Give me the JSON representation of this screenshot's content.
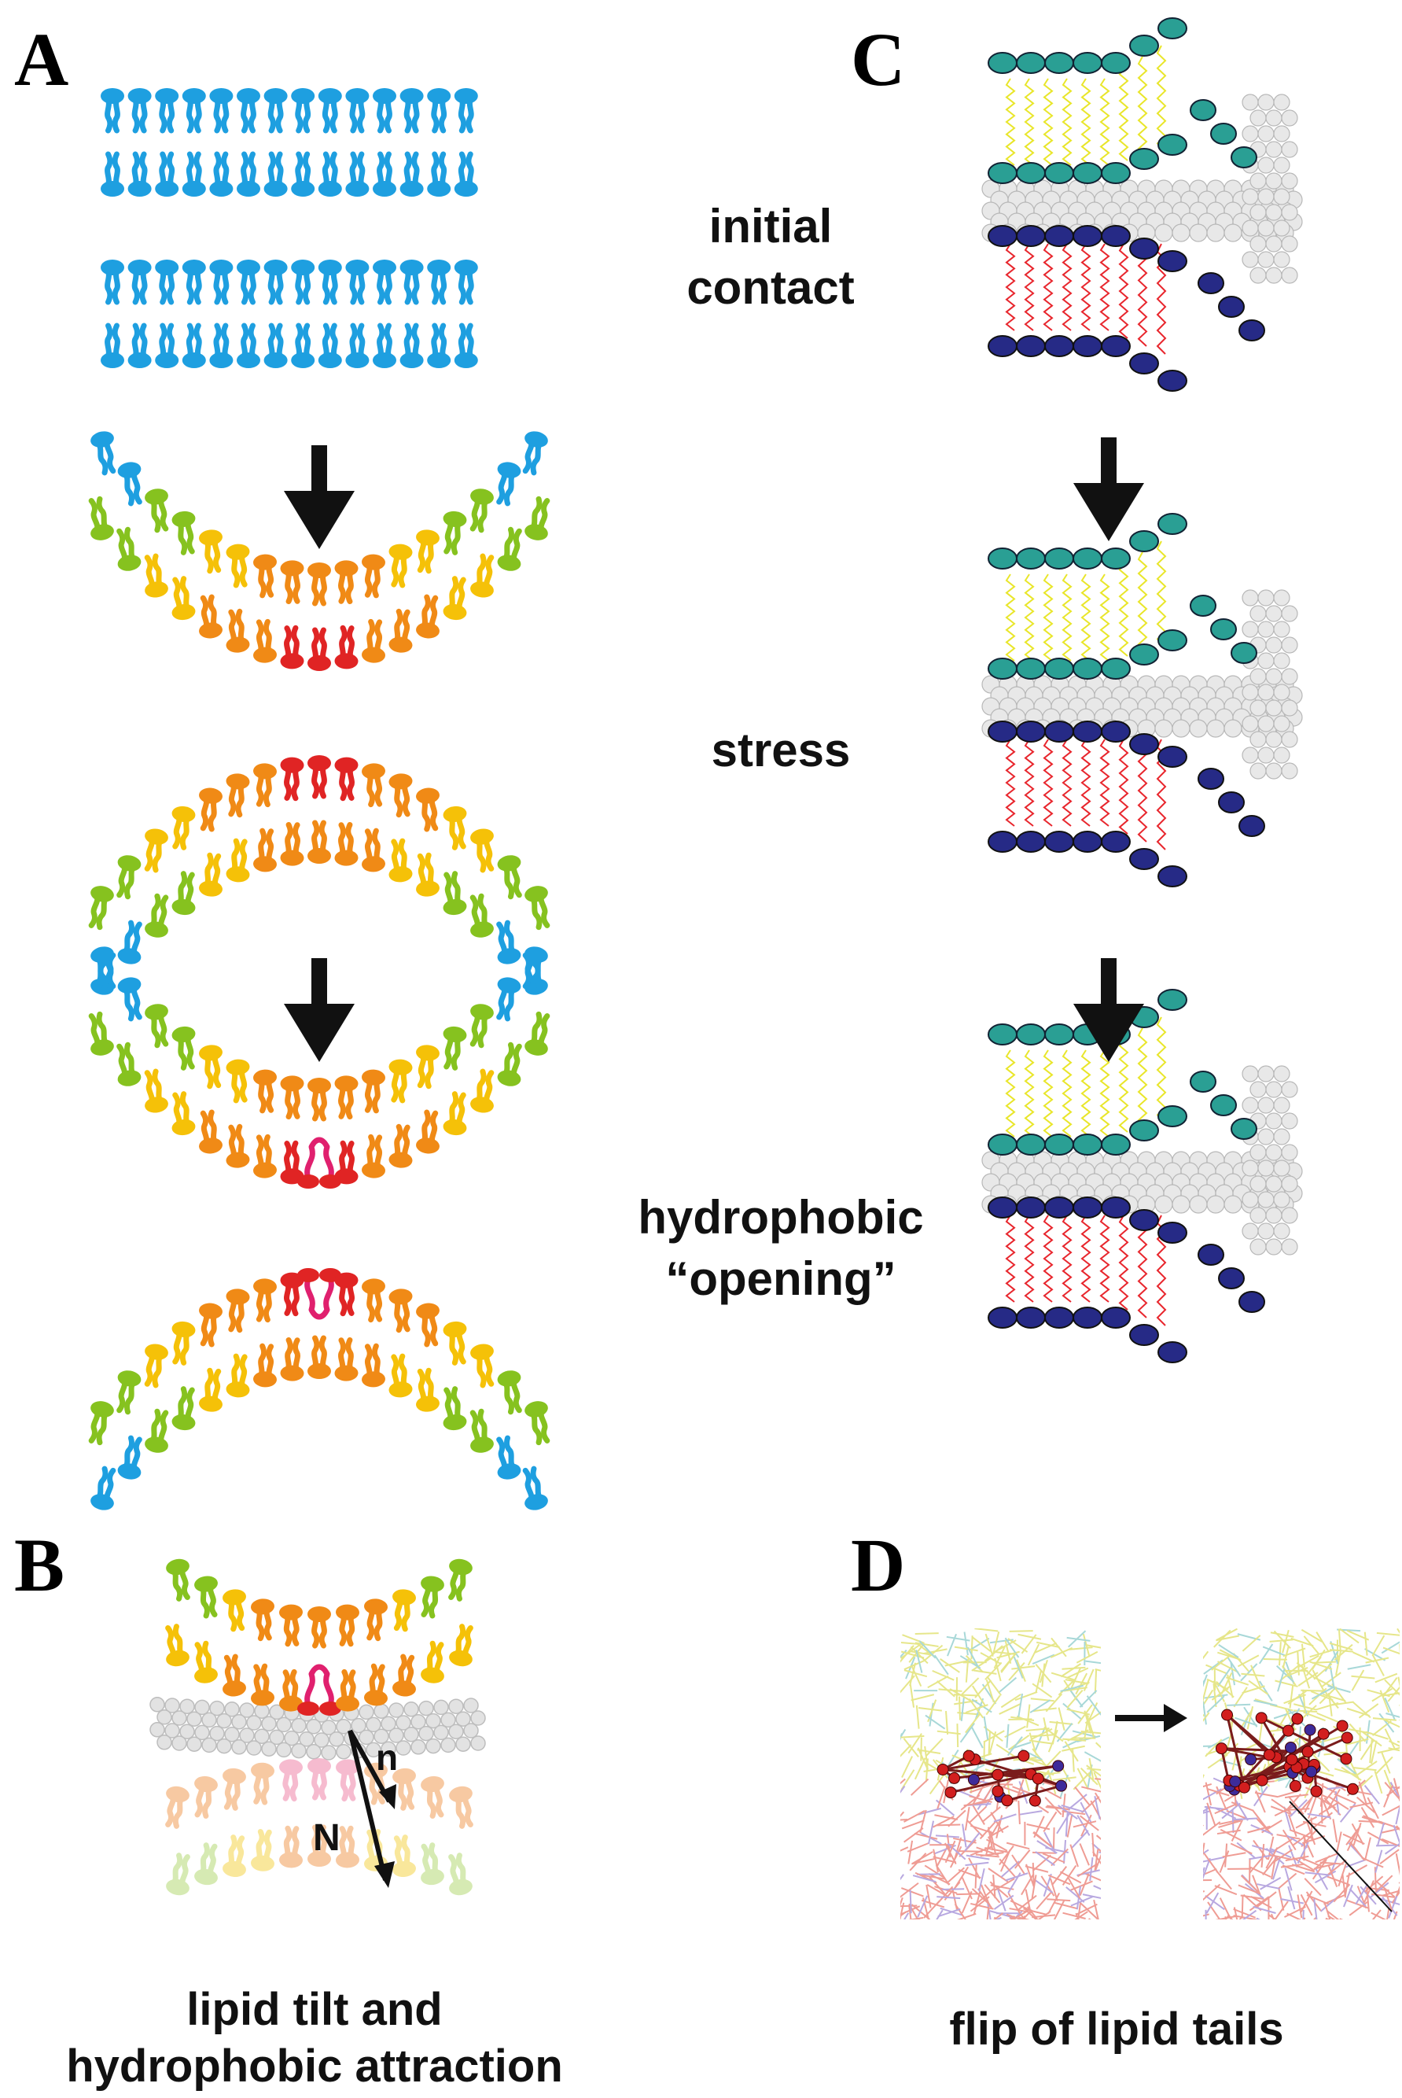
{
  "panels": {
    "a": {
      "letter": "A"
    },
    "b": {
      "letter": "B",
      "caption_line1": "lipid tilt and",
      "caption_line2": "hydrophobic attraction",
      "vector_long": "N",
      "vector_short": "n"
    },
    "c": {
      "letter": "C",
      "stages": [
        "initial",
        "contact",
        "stress",
        "hydrophobic",
        "“opening”"
      ]
    },
    "d": {
      "letter": "D",
      "caption": "flip of lipid tails"
    }
  },
  "colors": {
    "blue": "#1e9fe0",
    "green": "#86c21f",
    "yellow": "#f5c108",
    "orange": "#f08a16",
    "red": "#e02424",
    "magenta": "#e0206e",
    "teal": "#2a9f94",
    "navy": "#262a86",
    "tail_yellow": "#e9e62a",
    "tail_red": "#e8262d",
    "water": "#c8c8c8"
  }
}
